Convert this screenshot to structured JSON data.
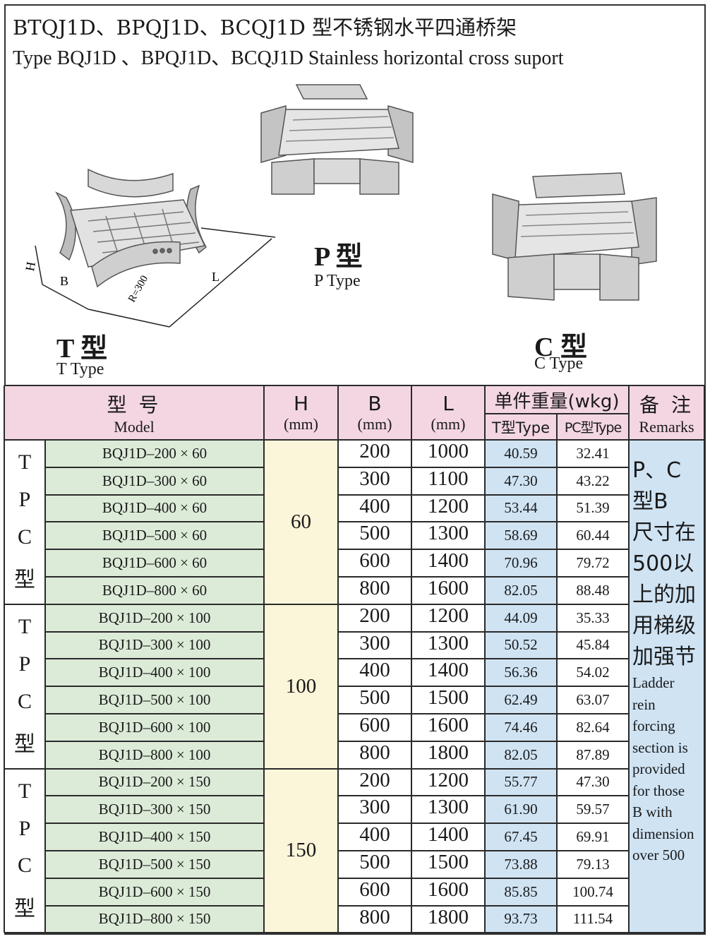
{
  "title": {
    "cn": "BTQJ1D、BPQJ1D、BCQJ1D 型不锈钢水平四通桥架",
    "en": "Type BQJ1D 、BPQJ1D、BCQJ1D Stainless horizontal cross suport"
  },
  "types": {
    "t": {
      "cn": "T 型",
      "en": "T Type"
    },
    "p": {
      "cn": "P 型",
      "en": "P Type"
    },
    "c": {
      "cn": "C 型",
      "en": "C Type"
    }
  },
  "dimension_labels": {
    "h": "H",
    "b": "B",
    "r": "R=300",
    "l": "L"
  },
  "table": {
    "header": {
      "model_cn": "型  号",
      "model_en": "Model",
      "h": "H",
      "b": "B",
      "l": "L",
      "unit": "(mm)",
      "weight_cn": "单件重量(wkg)",
      "t_type": "T型Type",
      "pc_type": "PC型Type",
      "remarks_cn": "备  注",
      "remarks_en": "Remarks"
    },
    "group_label": [
      "T",
      "P",
      "C",
      "型"
    ],
    "groups": [
      {
        "h": "60",
        "rows": [
          {
            "model": "BQJ1D–200 × 60",
            "b": "200",
            "l": "1000",
            "t": "40.59",
            "pc": "32.41"
          },
          {
            "model": "BQJ1D–300 × 60",
            "b": "300",
            "l": "1100",
            "t": "47.30",
            "pc": "43.22"
          },
          {
            "model": "BQJ1D–400 × 60",
            "b": "400",
            "l": "1200",
            "t": "53.44",
            "pc": "51.39"
          },
          {
            "model": "BQJ1D–500 × 60",
            "b": "500",
            "l": "1300",
            "t": "58.69",
            "pc": "60.44"
          },
          {
            "model": "BQJ1D–600 × 60",
            "b": "600",
            "l": "1400",
            "t": "70.96",
            "pc": "79.72"
          },
          {
            "model": "BQJ1D–800 × 60",
            "b": "800",
            "l": "1600",
            "t": "82.05",
            "pc": "88.48"
          }
        ]
      },
      {
        "h": "100",
        "rows": [
          {
            "model": "BQJ1D–200 × 100",
            "b": "200",
            "l": "1200",
            "t": "44.09",
            "pc": "35.33"
          },
          {
            "model": "BQJ1D–300 × 100",
            "b": "300",
            "l": "1300",
            "t": "50.52",
            "pc": "45.84"
          },
          {
            "model": "BQJ1D–400 × 100",
            "b": "400",
            "l": "1400",
            "t": "56.36",
            "pc": "54.02"
          },
          {
            "model": "BQJ1D–500 × 100",
            "b": "500",
            "l": "1500",
            "t": "62.49",
            "pc": "63.07"
          },
          {
            "model": "BQJ1D–600 × 100",
            "b": "600",
            "l": "1600",
            "t": "74.46",
            "pc": "82.64"
          },
          {
            "model": "BQJ1D–800 × 100",
            "b": "800",
            "l": "1800",
            "t": "82.05",
            "pc": "87.89"
          }
        ]
      },
      {
        "h": "150",
        "rows": [
          {
            "model": "BQJ1D–200 × 150",
            "b": "200",
            "l": "1200",
            "t": "55.77",
            "pc": "47.30"
          },
          {
            "model": "BQJ1D–300 × 150",
            "b": "300",
            "l": "1300",
            "t": "61.90",
            "pc": "59.57"
          },
          {
            "model": "BQJ1D–400 × 150",
            "b": "400",
            "l": "1400",
            "t": "67.45",
            "pc": "69.91"
          },
          {
            "model": "BQJ1D–500 × 150",
            "b": "500",
            "l": "1500",
            "t": "73.88",
            "pc": "79.13"
          },
          {
            "model": "BQJ1D–600 × 150",
            "b": "600",
            "l": "1600",
            "t": "85.85",
            "pc": "100.74"
          },
          {
            "model": "BQJ1D–800 × 150",
            "b": "800",
            "l": "1800",
            "t": "93.73",
            "pc": "111.54"
          }
        ]
      }
    ],
    "remarks": {
      "cn_lines": [
        "P、C",
        "型B",
        "尺寸在",
        "500以",
        "上的加",
        "用梯级",
        "加强节"
      ],
      "en_lines": [
        "Ladder",
        "rein",
        "forcing",
        "section is",
        "provided",
        "for those",
        "B with",
        "dimension",
        "over 500"
      ]
    }
  }
}
